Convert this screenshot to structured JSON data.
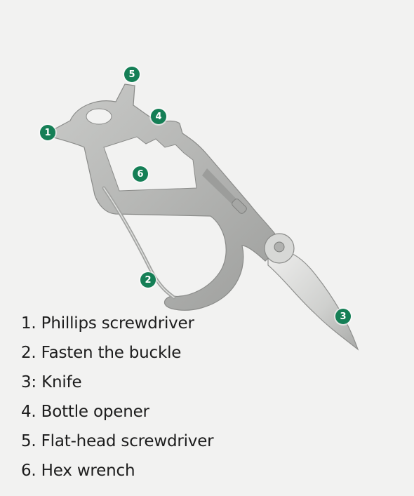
{
  "colors": {
    "background": "#f2f2f1",
    "marker_fill": "#157f56",
    "marker_text": "#ffffff",
    "tool_metal": "#b7b8b6",
    "legend_text": "#1c1c1c"
  },
  "markers": [
    "1",
    "2",
    "3",
    "4",
    "5",
    "6"
  ],
  "legend": [
    "1. Phillips screwdriver",
    "2. Fasten the buckle",
    "3: Knife",
    "4. Bottle opener",
    "5. Flat-head screwdriver",
    "6. Hex wrench"
  ]
}
